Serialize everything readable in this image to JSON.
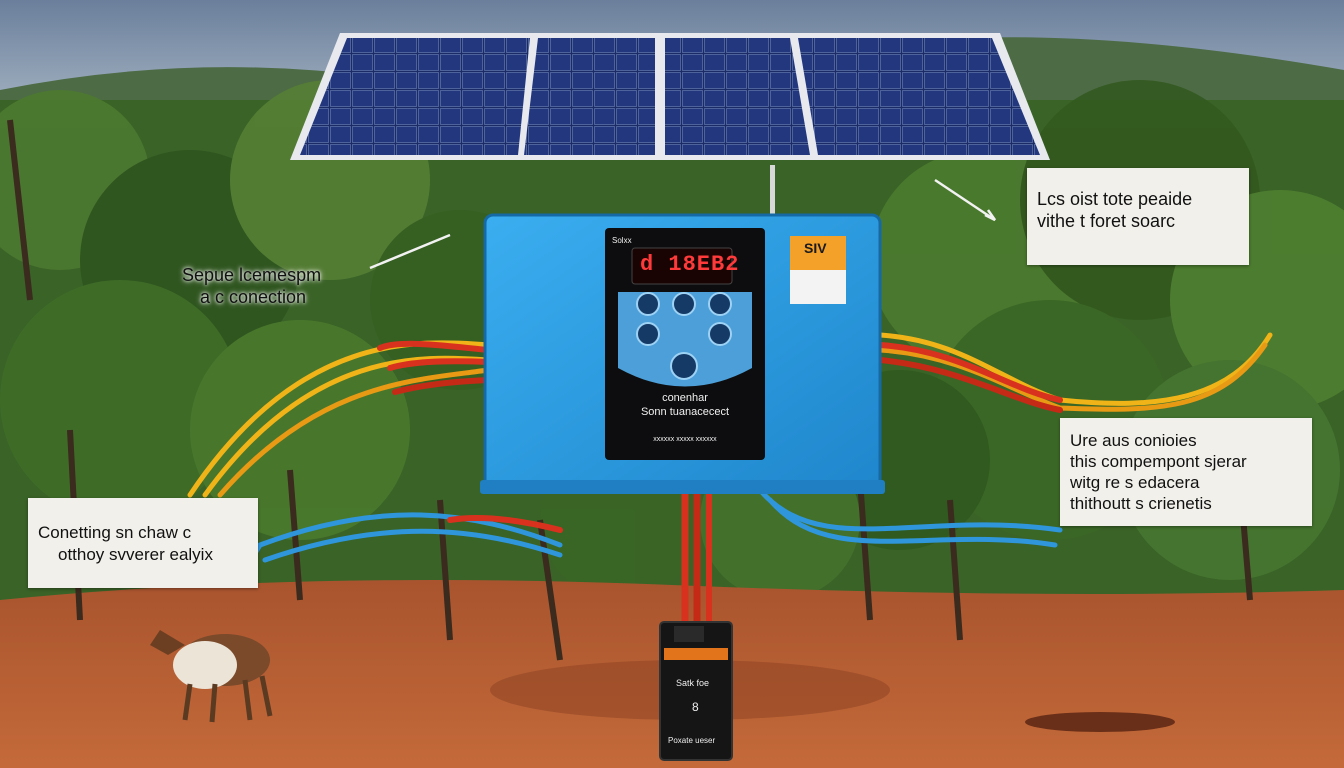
{
  "callouts": {
    "top_right": {
      "line1": "Lcs oist tote peaide",
      "line2": "vithe t foret soarc"
    },
    "left": {
      "line1": "Sepue lcemespm",
      "line2": "a c conection"
    },
    "right": {
      "line1": "Ure aus conioies",
      "line2": "this compempont sjerar",
      "line3": "witg re s edacera",
      "line4": "thithoutt s crienetis"
    },
    "bottom_left": {
      "line1": "Conetting sn chaw c",
      "line2": "otthoy svverer ealyix"
    }
  },
  "controller": {
    "display": "d 18EB2",
    "label_line1": "conenhar",
    "label_line2": "Sonn tuanacecect",
    "fine_print": "xxxxxx xxxxx xxxxxx",
    "badge": "SIV",
    "brand": "Solxx"
  },
  "battery": {
    "label": "Satk foe",
    "symbol": "8",
    "footer": "Poxate ueser"
  },
  "colors": {
    "sky": "#7a8fa8",
    "foliage": "#3d6a2a",
    "soil": "#b3562c",
    "controller": "#2f9ee0",
    "panel": "#1c2f6e",
    "cable_red": "#d8321e",
    "cable_yellow": "#f0b418",
    "cable_blue": "#2f96dc"
  }
}
